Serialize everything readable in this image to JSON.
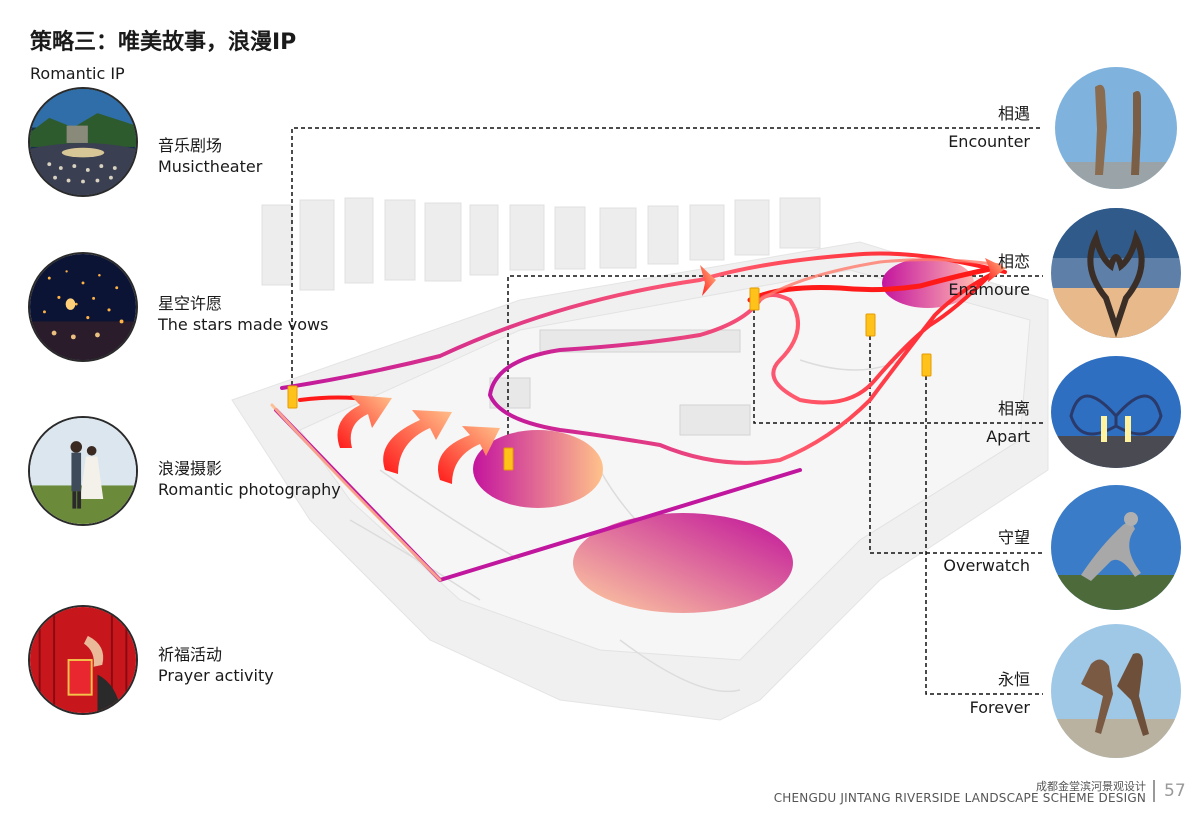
{
  "page": {
    "title": "策略三：唯美故事，浪漫IP",
    "subtitle": "Romantic IP"
  },
  "activities": [
    {
      "cn": "音乐剧场",
      "en": "Musictheater",
      "icon": "music-theater-photo"
    },
    {
      "cn": "星空许愿",
      "en": "The stars made vows",
      "icon": "sky-lanterns-photo"
    },
    {
      "cn": "浪漫摄影",
      "en": "Romantic photography",
      "icon": "couple-photo"
    },
    {
      "cn": "祈福活动",
      "en": "Prayer activity",
      "icon": "red-prayer-cards-photo"
    }
  ],
  "stories": [
    {
      "cn": "相遇",
      "en": "Encounter",
      "icon": "two-figures-sculpture-photo"
    },
    {
      "cn": "相恋",
      "en": "Enamoure",
      "icon": "embracing-sculpture-photo"
    },
    {
      "cn": "相离",
      "en": "Apart",
      "icon": "butterfly-sculpture-photo"
    },
    {
      "cn": "守望",
      "en": "Overwatch",
      "icon": "reclining-figure-sculpture-photo"
    },
    {
      "cn": "永恒",
      "en": "Forever",
      "icon": "dancing-figures-sculpture-photo"
    }
  ],
  "colors": {
    "route_magenta": "#c0179e",
    "route_red": "#ff1a1a",
    "route_peach": "#ffb98a",
    "marker_yellow": "#ffc21a",
    "leader_line": "#111111"
  },
  "footer": {
    "cn": "成都金堂滨河景观设计",
    "en": "CHENGDU JINTANG RIVERSIDE LANDSCAPE SCHEME DESIGN",
    "page_number": "57"
  }
}
